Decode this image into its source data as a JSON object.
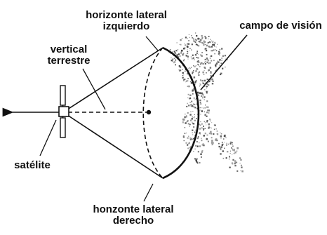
{
  "labels": {
    "horizon_left": [
      "horizonte lateral",
      "izquierdo"
    ],
    "field_of_view": "campo de visión",
    "vertical": [
      "vertical",
      "terrestre"
    ],
    "satellite": "satélite",
    "horizon_right": [
      "honzonte lateral",
      "derecho"
    ]
  },
  "colors": {
    "ink": "#111111",
    "background": "#ffffff"
  },
  "icons": {
    "satellite": "satellite-icon",
    "earth": "earth-landmass"
  }
}
